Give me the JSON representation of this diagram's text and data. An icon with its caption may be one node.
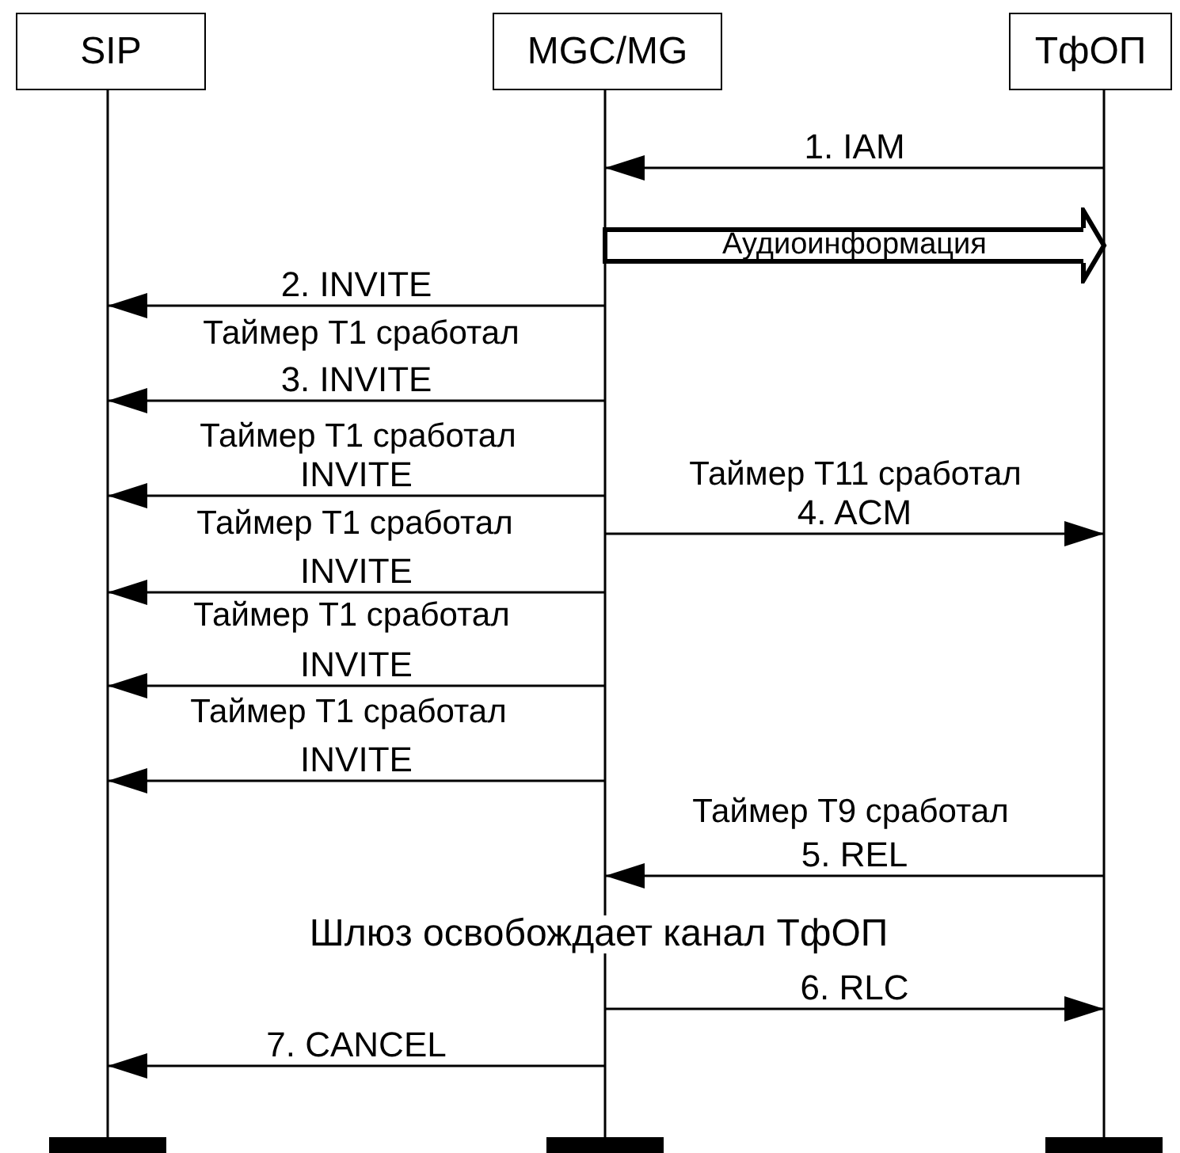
{
  "diagram": {
    "nodes": [
      {
        "text": [
          "SIP"
        ]
      },
      {
        "text": [
          "MGC/MG"
        ]
      },
      {
        "text": [
          "ТфОП"
        ]
      }
    ],
    "edges": [
      {
        "from": 2,
        "to": 1,
        "arrow": "to",
        "label": "1. IAM"
      },
      {
        "from": 1,
        "to": 2,
        "arrow": "to",
        "label": "Аудиоинформация",
        "style": "thick"
      },
      {
        "from": 1,
        "to": 0,
        "arrow": "to",
        "label": "2. INVITE"
      },
      {
        "from": 1,
        "to": 0,
        "arrow": "to",
        "label": "3. INVITE"
      },
      {
        "from": 1,
        "to": 0,
        "arrow": "to",
        "label": "INVITE"
      },
      {
        "from": 1,
        "to": 2,
        "arrow": "to",
        "label": "4. ACM"
      },
      {
        "from": 1,
        "to": 0,
        "arrow": "to",
        "label": "INVITE"
      },
      {
        "from": 1,
        "to": 0,
        "arrow": "to",
        "label": "INVITE"
      },
      {
        "from": 1,
        "to": 0,
        "arrow": "to",
        "label": "INVITE"
      },
      {
        "from": 2,
        "to": 1,
        "arrow": "to",
        "label": "5. REL"
      },
      {
        "from": 1,
        "to": 2,
        "arrow": "to",
        "label": "6. RLC"
      },
      {
        "from": 1,
        "to": 0,
        "arrow": "to",
        "label": "7. CANCEL"
      }
    ],
    "labels": [
      "Таймер T1 сработал",
      "Таймер T1 сработал",
      "Таймер T11 сработал",
      "Таймер T1 сработал",
      "Таймер T1 сработал",
      "Таймер T1 сработал",
      "Таймер T9 сработал",
      "Шлюз освобождает канал ТфОП"
    ]
  }
}
